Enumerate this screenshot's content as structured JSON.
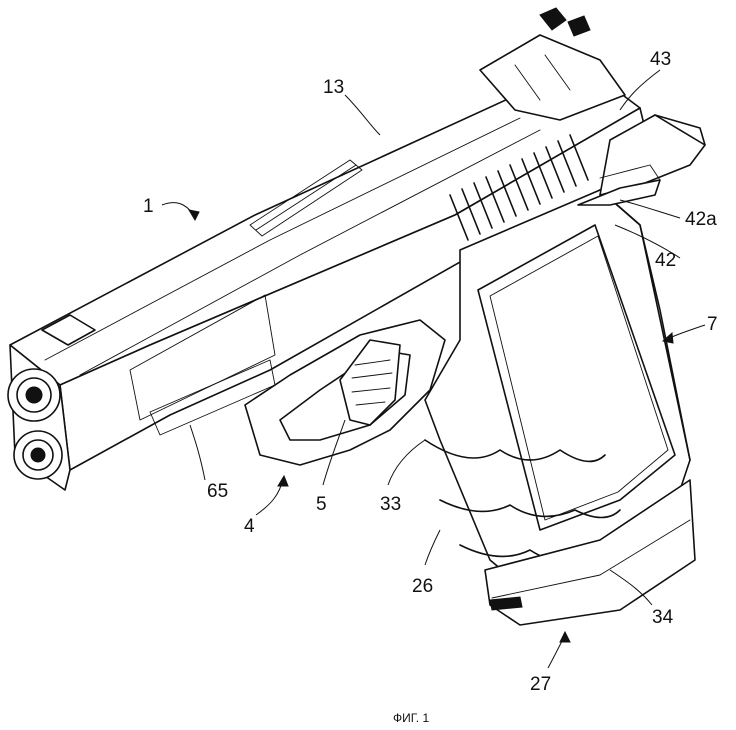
{
  "figure": {
    "caption": "ФИГ. 1",
    "labels": {
      "l1": "1",
      "l13": "13",
      "l43": "43",
      "l42a": "42a",
      "l42": "42",
      "l7": "7",
      "l65": "65",
      "l4": "4",
      "l5": "5",
      "l33": "33",
      "l26": "26",
      "l34": "34",
      "l27": "27"
    }
  }
}
